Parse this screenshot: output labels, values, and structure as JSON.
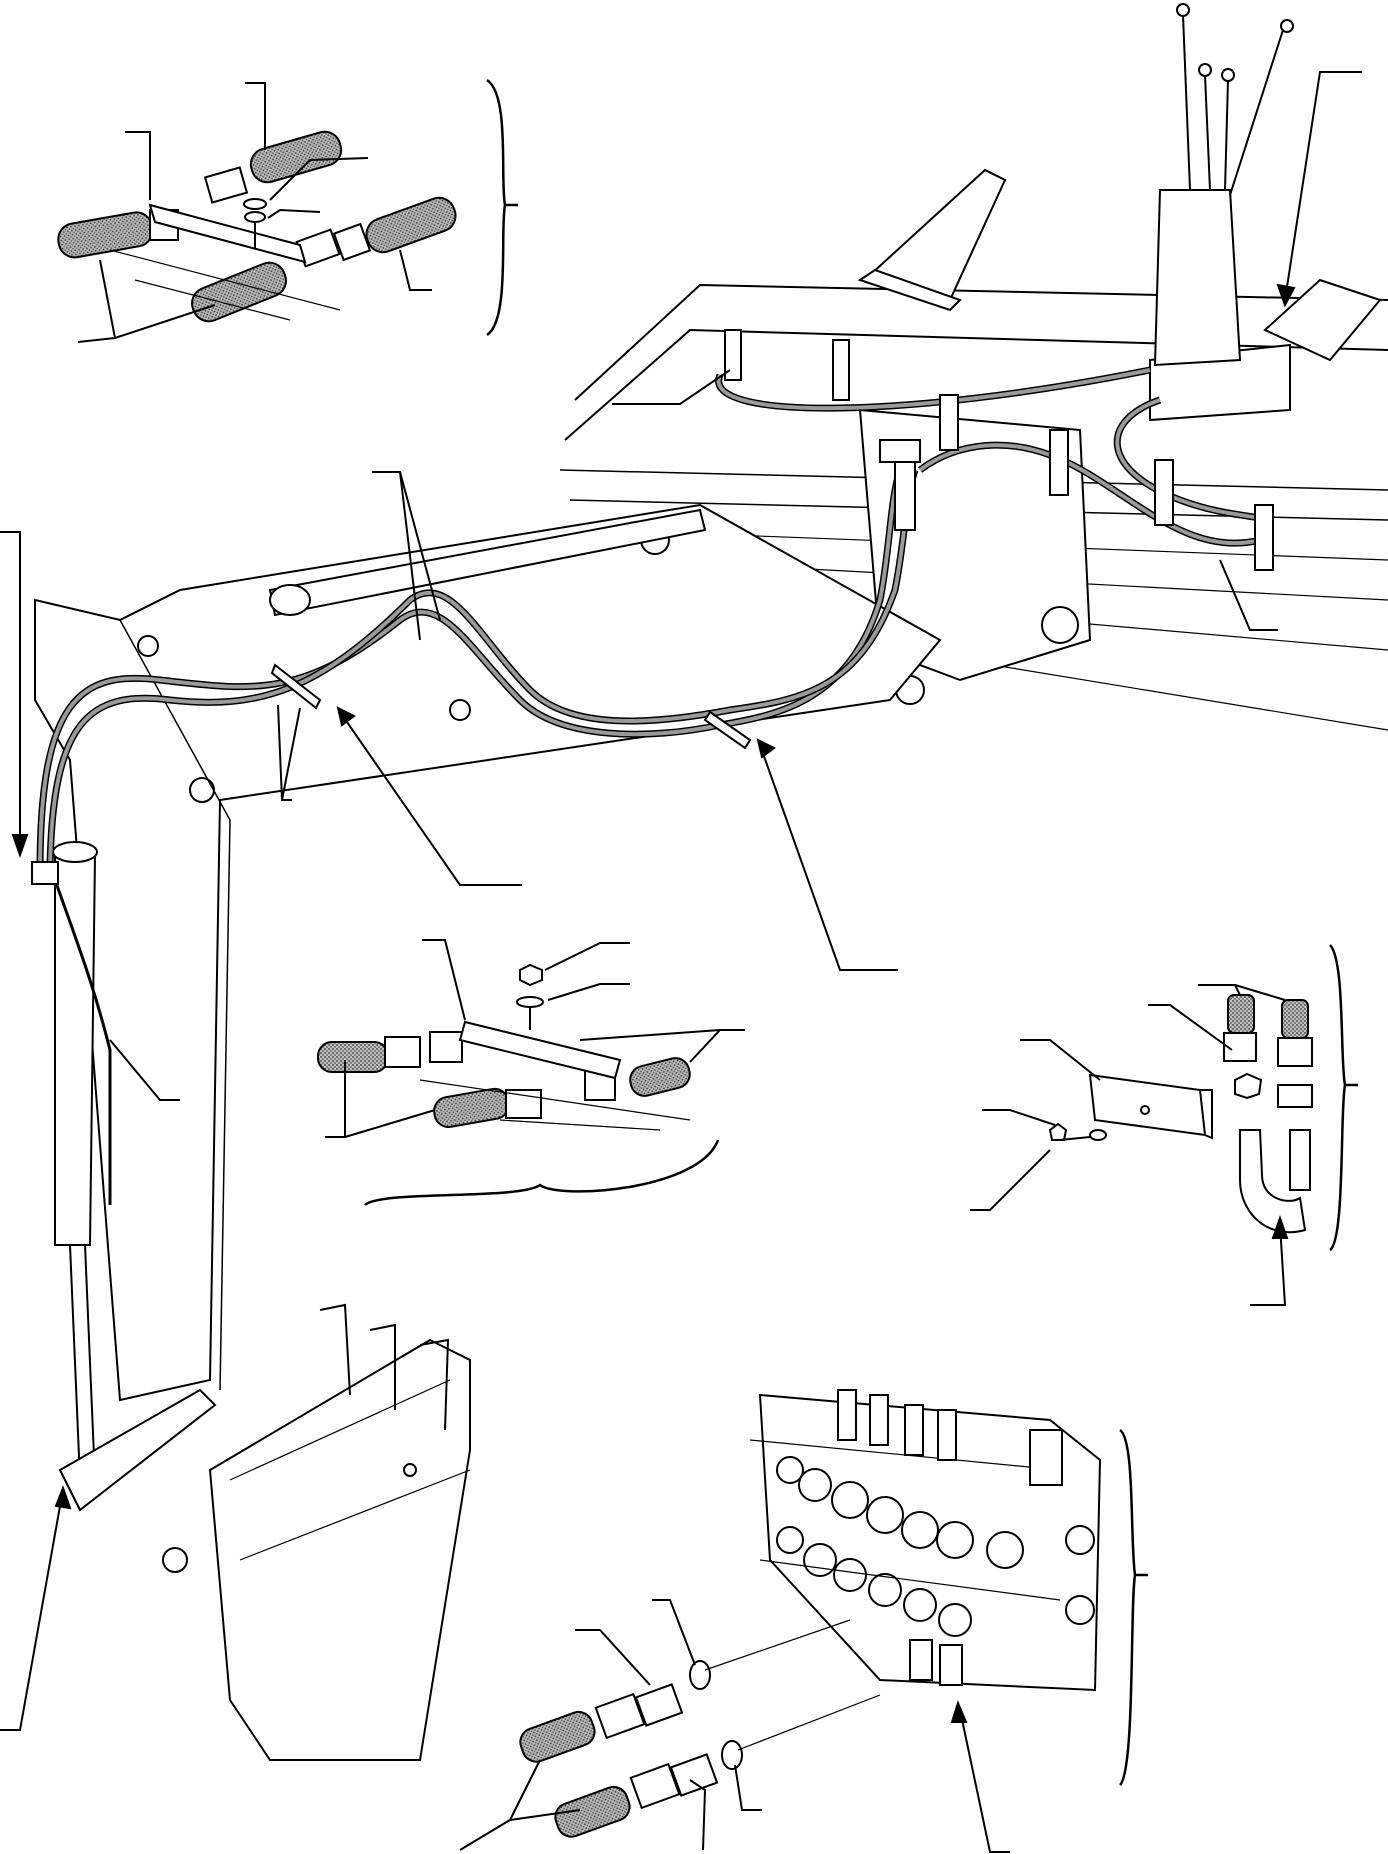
{
  "diagram": {
    "description_visible_text": [],
    "callouts": [
      "bracket-top-left",
      "bracket-mid-center",
      "bracket-mid-right",
      "bracket-bottom-right"
    ]
  },
  "colors": {
    "ink": "#000000",
    "paper": "#ffffff",
    "hose_fill": "#9a9a9a"
  }
}
